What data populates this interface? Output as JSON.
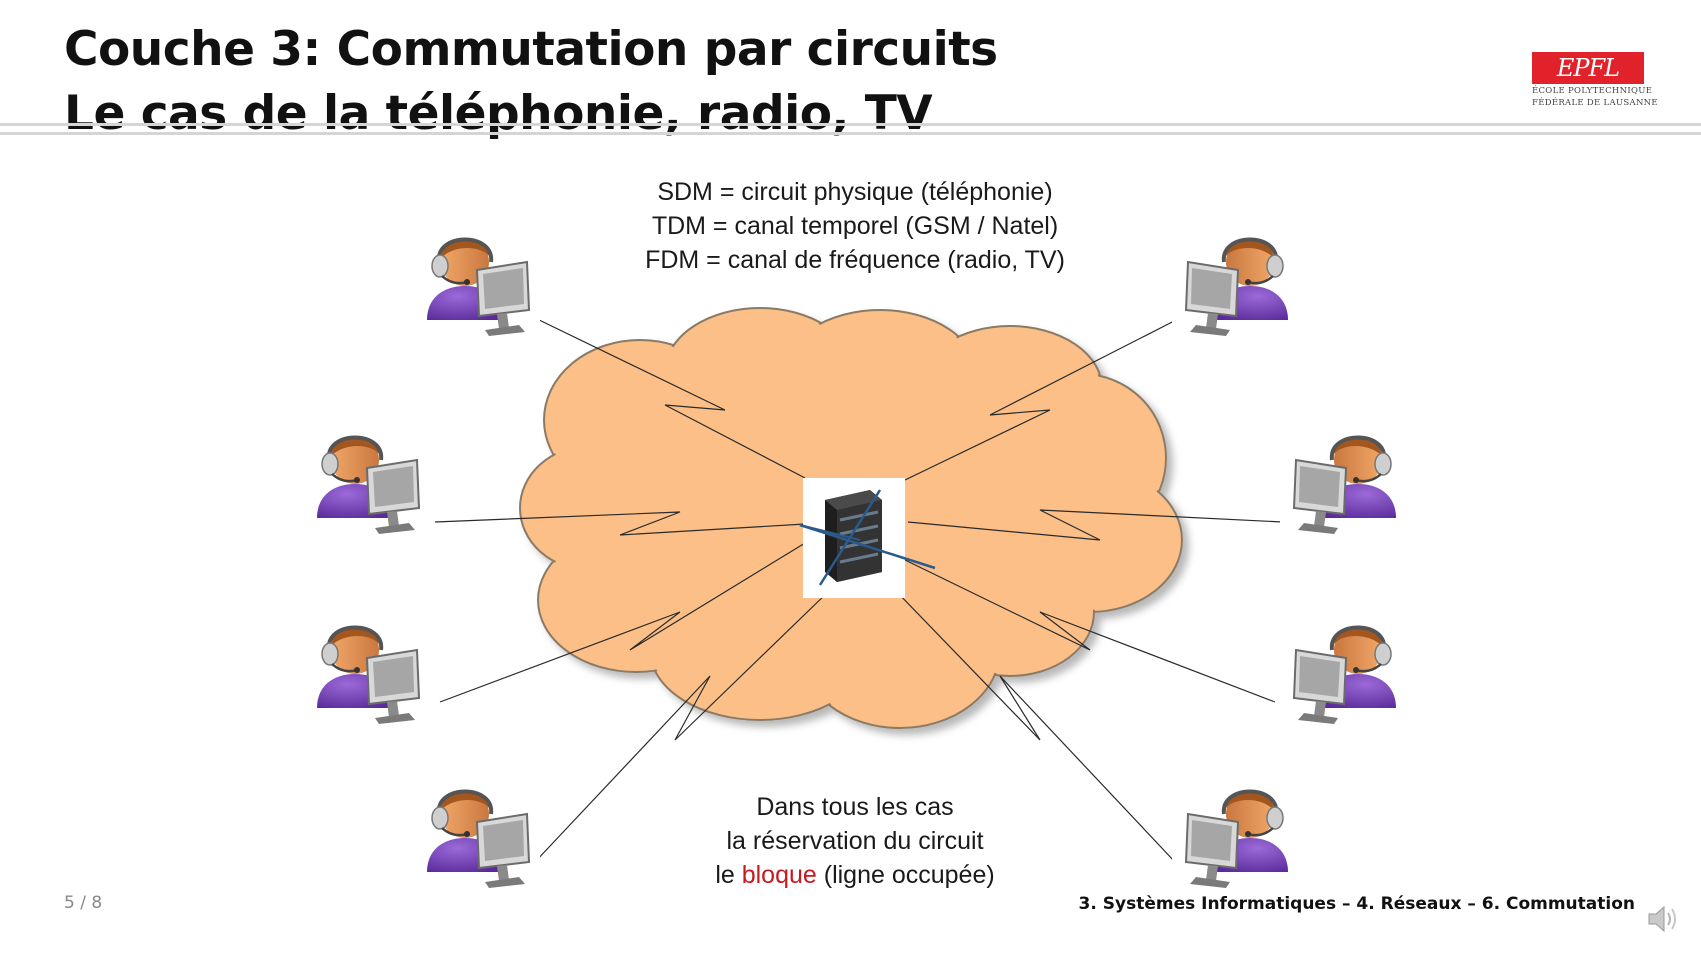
{
  "slide": {
    "title_line1": "Couche 3: Commutation par circuits",
    "title_line2": "Le cas de la téléphonie, radio, TV"
  },
  "logo": {
    "mark": "EPFL",
    "line1": "ÉCOLE POLYTECHNIQUE",
    "line2": "FÉDÉRALE DE LAUSANNE",
    "color": "#e2222a"
  },
  "top_notes": [
    "SDM = circuit physique (téléphonie)",
    "TDM = canal temporel (GSM / Natel)",
    "FDM = canal de fréquence (radio, TV)"
  ],
  "bottom_note": {
    "line1": "Dans tous les cas",
    "line2": "la réservation du circuit",
    "line3_prefix": "le ",
    "line3_highlight": "bloque",
    "line3_suffix": " (ligne occupée)",
    "highlight_color": "#c8191f"
  },
  "diagram": {
    "cloud_color": "#fbbf87",
    "switch_icon": "server-icon",
    "user_icon": "user-at-computer-icon",
    "user_count": 8
  },
  "footer": {
    "page": "5 / 8",
    "course": "3. Systèmes Informatiques – 4. Réseaux – 6. Commutation"
  },
  "speaker_icon": "speaker-icon"
}
